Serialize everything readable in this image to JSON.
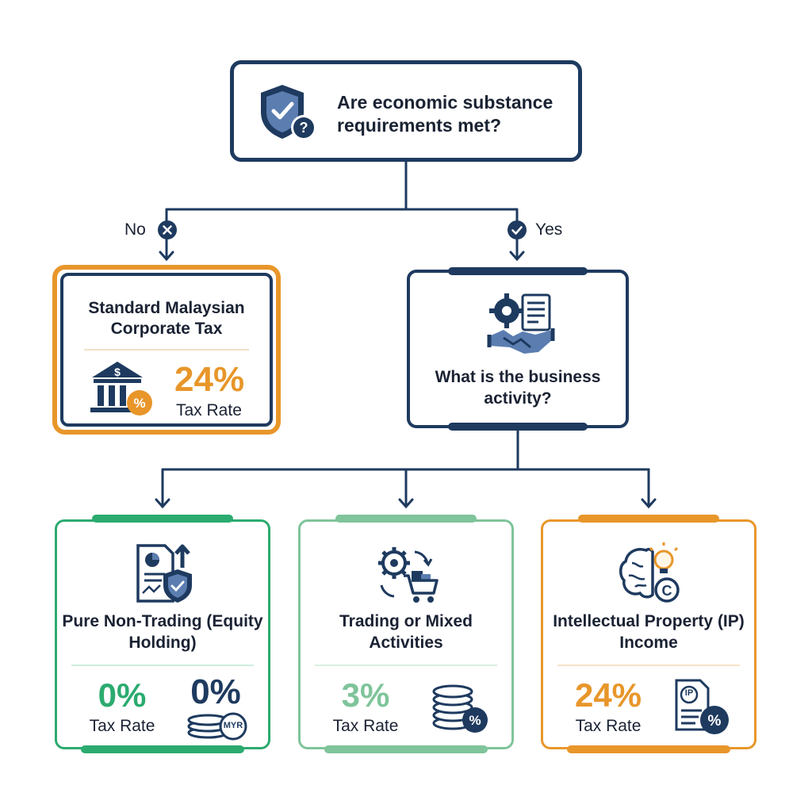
{
  "question": {
    "title": "Are economic substance requirements met?"
  },
  "branches": {
    "no_label": "No",
    "yes_label": "Yes"
  },
  "standard": {
    "title": "Standard Malaysian Corporate Tax",
    "rate": "24%",
    "rate_label": "Tax Rate"
  },
  "activity": {
    "title": "What is the business activity?"
  },
  "categories": [
    {
      "title": "Pure Non-Trading (Equity Holding)",
      "rate": "0%",
      "rate_label": "Tax Rate",
      "icon_text_big": "0%",
      "icon_text_small": "MYR",
      "color": "#2bab6f"
    },
    {
      "title": "Trading or Mixed Activities",
      "rate": "3%",
      "rate_label": "Tax Rate",
      "color": "#7fc49a"
    },
    {
      "title": "Intellectual Property (IP) Income",
      "rate": "24%",
      "rate_label": "Tax Rate",
      "icon_text": "IP",
      "color": "#e8962a"
    }
  ],
  "colors": {
    "navy": "#1e3a5f",
    "orange": "#e8962a",
    "green": "#2bab6f",
    "light_green": "#7fc49a"
  },
  "icons": {
    "question": "shield-check-question-icon",
    "standard": "bank-percent-icon",
    "activity": "gear-document-handshake-icon",
    "category_1": "document-chart-shield-icon",
    "category_1_side": "coins-zero-percent-icon",
    "category_2": "gears-cart-icon",
    "category_2_side": "coins-percent-icon",
    "category_3": "brain-lightbulb-copyright-icon",
    "category_3_side": "ip-document-percent-icon",
    "no": "x-circle-icon",
    "yes": "check-circle-icon"
  }
}
